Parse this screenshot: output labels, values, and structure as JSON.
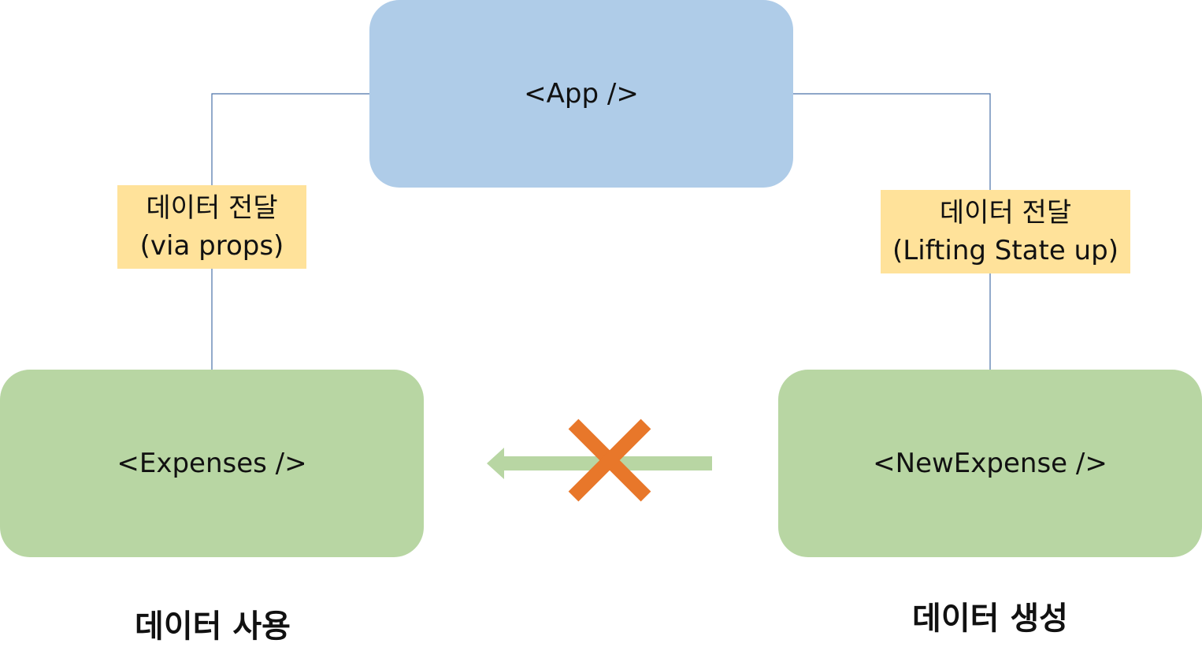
{
  "nodes": {
    "app": {
      "label": "<App />",
      "color": "#afcce8"
    },
    "expenses": {
      "label": "<Expenses />",
      "color": "#b8d6a3"
    },
    "new_expense": {
      "label": "<NewExpense />",
      "color": "#b8d6a3"
    }
  },
  "edges": {
    "left": {
      "line1": "데이터 전달",
      "line2": "(via props)"
    },
    "right": {
      "line1": "데이터 전달",
      "line2": "(Lifting State up)"
    }
  },
  "roles": {
    "left": "데이터 사용",
    "right": "데이터 생성"
  },
  "colors": {
    "connector_line": "#4a72a8",
    "edge_label_bg": "#ffe29a",
    "arrow": "#b8d6a3",
    "cross_mark": "#e8772a"
  },
  "icons": {
    "blocked_arrow": "left-arrow-icon",
    "cross": "x-mark-icon"
  }
}
